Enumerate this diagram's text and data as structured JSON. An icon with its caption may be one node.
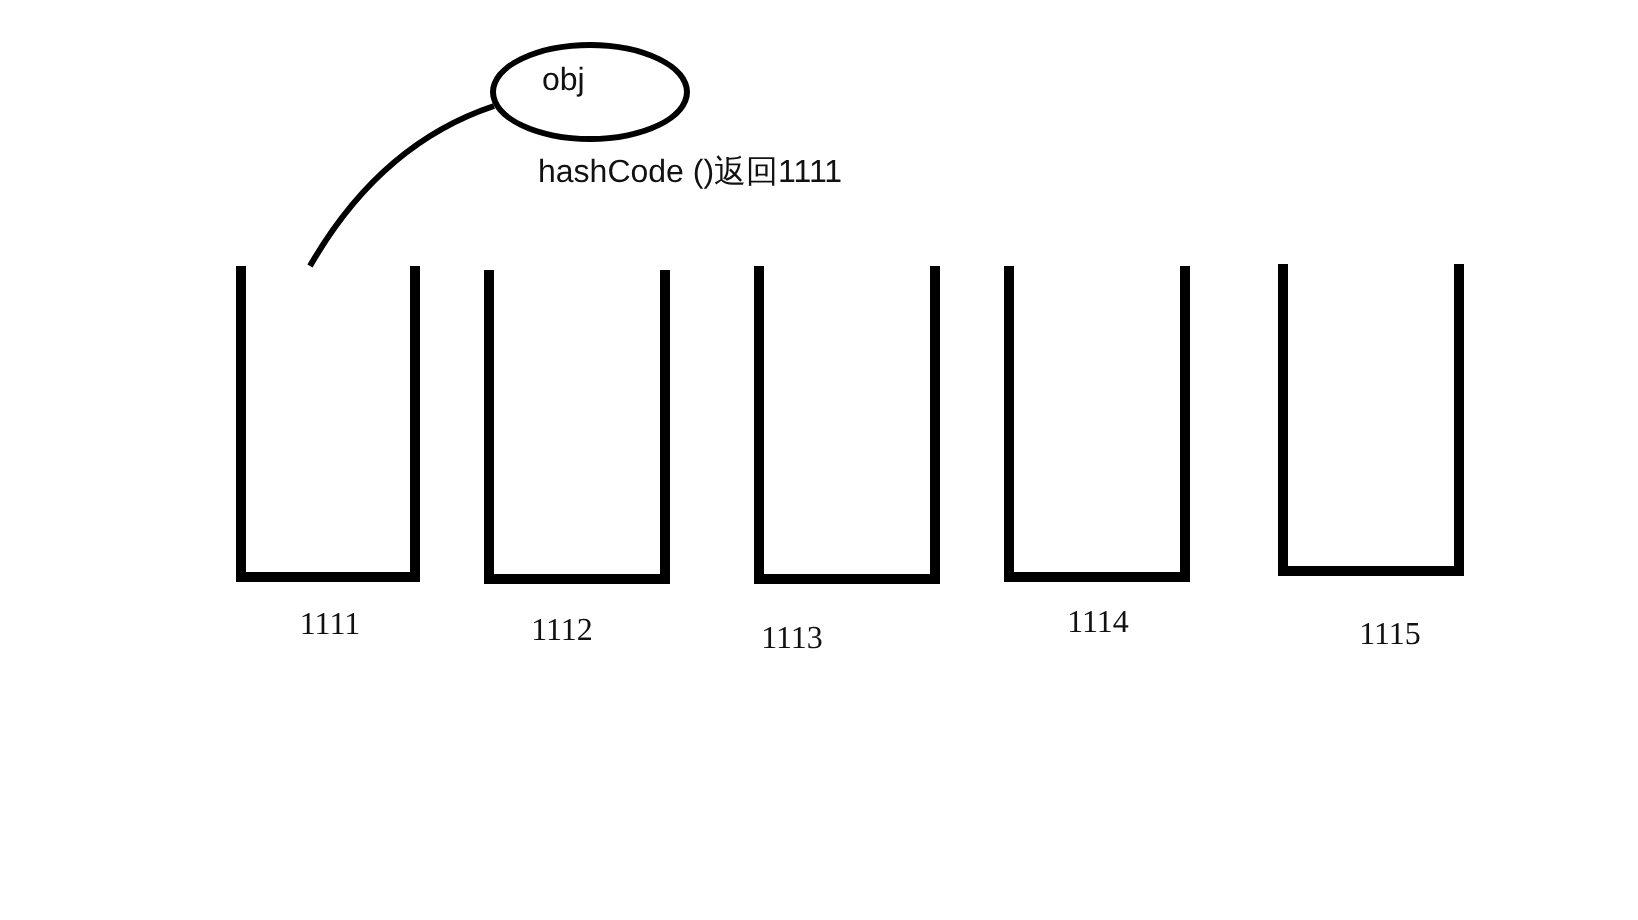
{
  "diagram": {
    "nodes": [
      {
        "text": [
          "obj"
        ]
      },
      {
        "text": [],
        "shape": "bucket",
        "beside": [
          "1111"
        ]
      },
      {
        "text": [],
        "shape": "bucket",
        "beside": [
          "1112"
        ]
      },
      {
        "text": [],
        "shape": "bucket",
        "beside": [
          "1113"
        ]
      },
      {
        "text": [],
        "shape": "bucket",
        "beside": [
          "1114"
        ]
      },
      {
        "text": [],
        "shape": "bucket",
        "beside": [
          "1115"
        ]
      }
    ],
    "edges": [
      {
        "from": 0,
        "to": 1,
        "arrow": "none"
      }
    ],
    "labels": [
      "hashCode ()返回1111"
    ]
  }
}
